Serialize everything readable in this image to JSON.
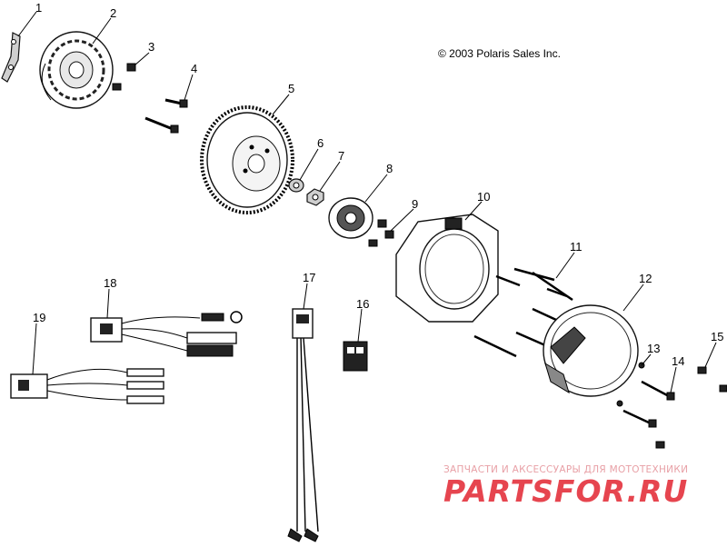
{
  "diagram": {
    "copyright": "© 2003 Polaris Sales Inc.",
    "watermark_line1": "ЗАПЧАСТИ И АКСЕССУАРЫ ДЛЯ МОТОТЕХНИКИ",
    "watermark_line2": "PARTSFOR.RU",
    "part_labels": [
      "1",
      "2",
      "3",
      "4",
      "5",
      "6",
      "7",
      "8",
      "9",
      "10",
      "11",
      "12",
      "13",
      "14",
      "15",
      "16",
      "17",
      "18",
      "19"
    ]
  }
}
